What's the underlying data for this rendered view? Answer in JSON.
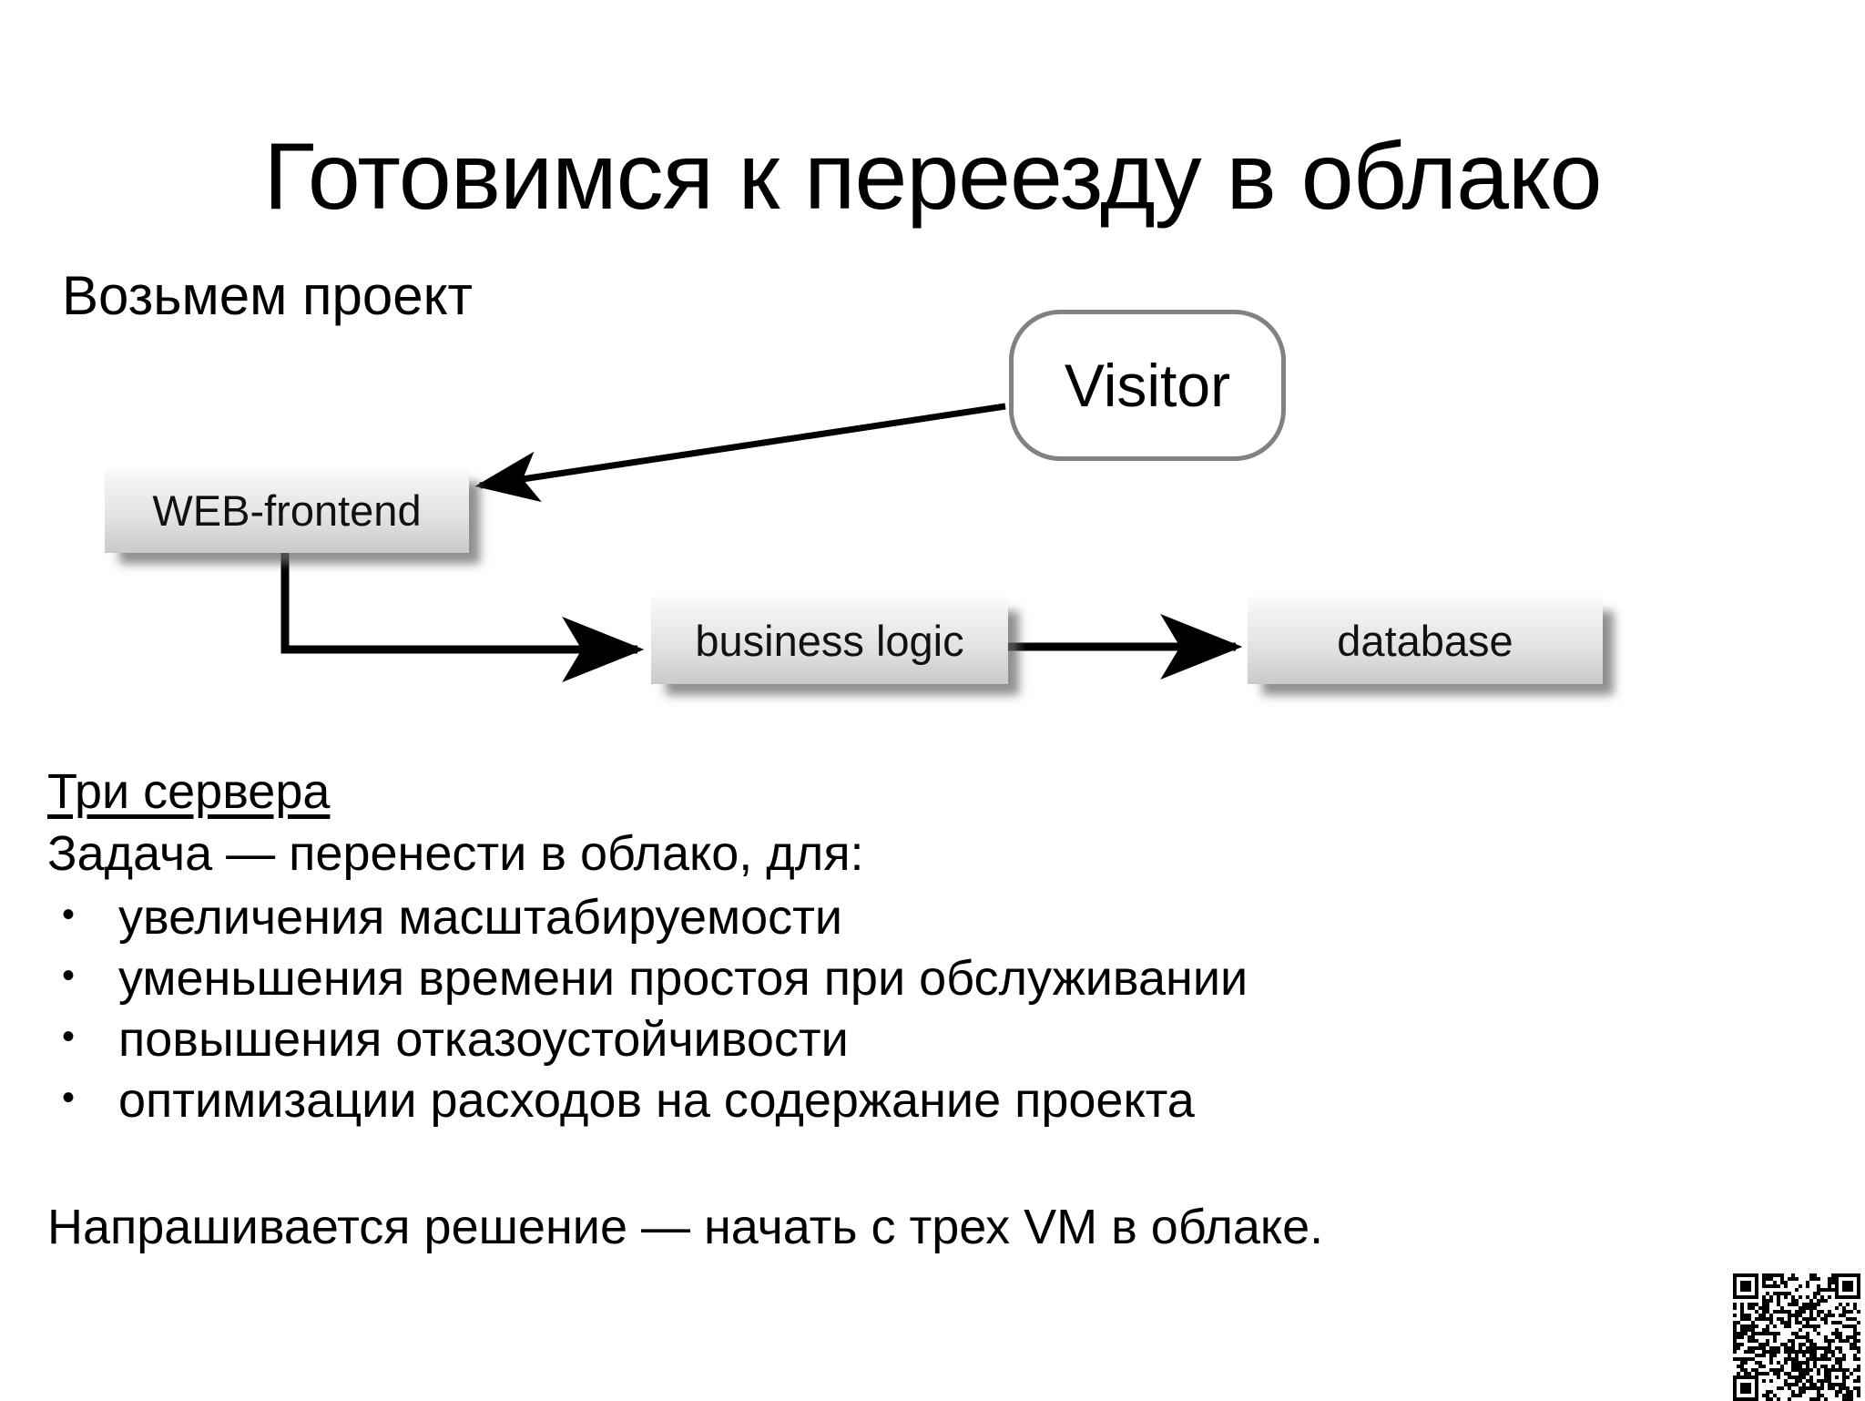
{
  "slide": {
    "title": "Готовимся к переезду в облако",
    "subheading": "Возьмем проект",
    "background_color": "#ffffff",
    "text_color": "#000000"
  },
  "diagram": {
    "nodes": [
      {
        "id": "visitor",
        "label": "Visitor",
        "shape": "rounded-rect",
        "fill": "#ffffff",
        "border_color": "#818181"
      },
      {
        "id": "web-frontend",
        "label": "WEB-frontend",
        "shape": "rect",
        "fill": "#e4e4e4",
        "border_color": "none"
      },
      {
        "id": "business-logic",
        "label": "business logic",
        "shape": "rect",
        "fill": "#e4e4e4",
        "border_color": "none"
      },
      {
        "id": "database",
        "label": "database",
        "shape": "rect",
        "fill": "#e4e4e4",
        "border_color": "none"
      }
    ],
    "connectors": [
      {
        "from": "visitor",
        "to": "web-frontend",
        "style": "straight",
        "arrow": "end"
      },
      {
        "from": "web-frontend",
        "to": "business-logic",
        "style": "elbow",
        "arrow": "end"
      },
      {
        "from": "business-logic",
        "to": "database",
        "style": "straight",
        "arrow": "end"
      }
    ],
    "connector_color": "#000000"
  },
  "body": {
    "heading": "Три сервера",
    "task_line": "Задача — перенести в облако, для:",
    "bullet_marker": "•",
    "bullets": [
      "увеличения масштабируемости",
      "уменьшения времени простоя при обслуживании",
      "повышения отказоустойчивости",
      "оптимизации расходов на содержание проекта"
    ],
    "conclusion": "Напрашивается решение — начать с трех VM в облаке."
  },
  "qr": {
    "name": "qr-code",
    "foreground": "#000000",
    "background": "#ffffff"
  }
}
